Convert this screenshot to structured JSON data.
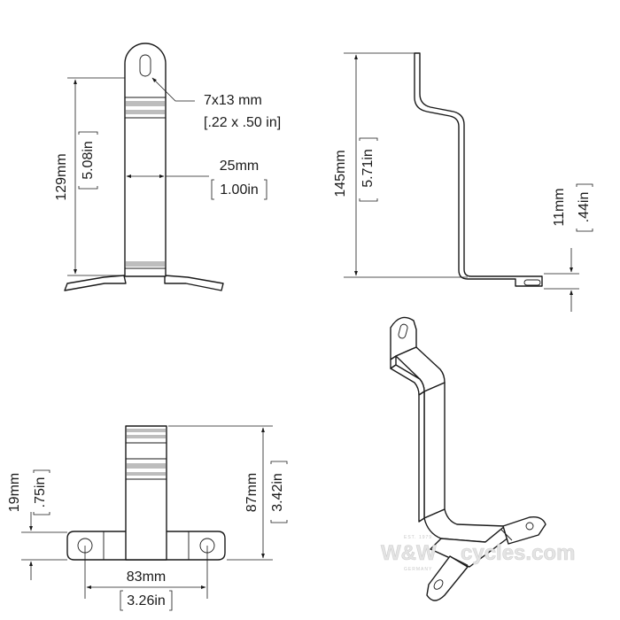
{
  "front_view": {
    "hole_size_mm": "7x13 mm",
    "hole_size_in": "[.22 x .50 in]",
    "width_mm": "25mm",
    "width_in": "1.00in",
    "height_mm": "129mm",
    "height_in": "5.08in"
  },
  "side_view": {
    "height_mm": "145mm",
    "height_in": "5.71in",
    "offset_mm": "11mm",
    "offset_in": ".44in"
  },
  "bottom_view": {
    "span_mm": "83mm",
    "span_in": "3.26in",
    "height_mm": "87mm",
    "height_in": "3.42in",
    "tab_mm": "19mm",
    "tab_in": ".75in"
  },
  "watermark": {
    "brand": "W&W",
    "site": "cycles.com",
    "est": "EST. 1979",
    "country": "GERMANY"
  },
  "colors": {
    "line": "#1a1a1a",
    "band": "#bdbdbd",
    "watermark": "#cfcfcf"
  }
}
